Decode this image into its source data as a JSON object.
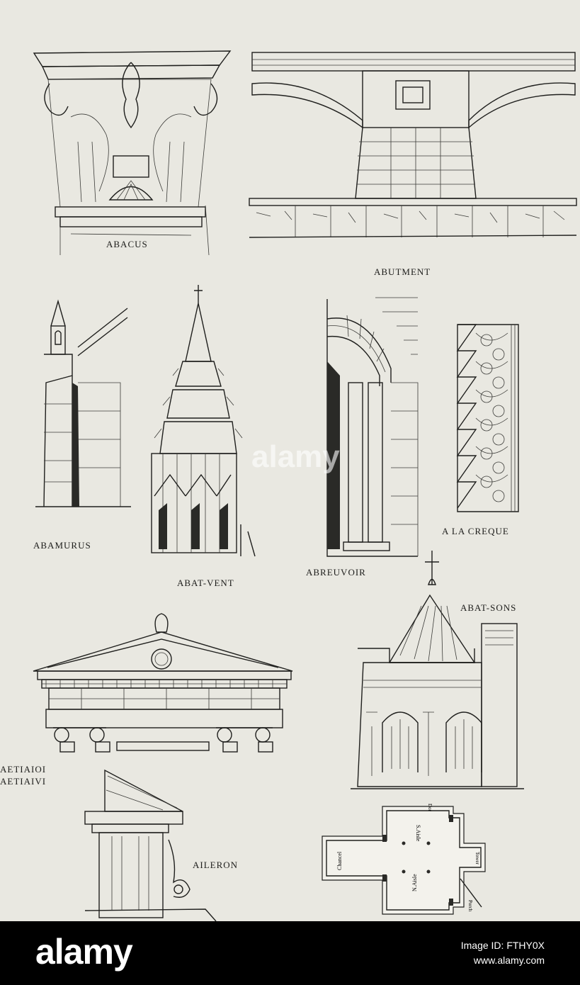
{
  "captions": {
    "abacus": "ABACUS",
    "abutment": "ABUTMENT",
    "abamurus": "ABAMURUS",
    "abat_vent": "ABAT-VENT",
    "abreuvoir": "ABREUVOIR",
    "a_la_creque": "A LA CREQUE",
    "abat_sons": "ABAT-SONS",
    "aetiaioi": "AETIAIOI",
    "aetiaivi": "AETIAIVI",
    "aileron": "AILERON"
  },
  "plan_labels": {
    "chancel": "Chancel",
    "aisle_top": "S.Aisle",
    "aisle_bottom": "N.Aisle",
    "door": "Dor",
    "tower": "Tower",
    "porch": "Porch"
  },
  "watermark": {
    "center": "alamy",
    "footer_logo": "alamy",
    "image_id_label": "Image ID: FTHY0X",
    "site": "www.alamy.com"
  },
  "colors": {
    "paper": "#e9e8e1",
    "ink": "#1f1f1d",
    "footer": "#000000"
  }
}
